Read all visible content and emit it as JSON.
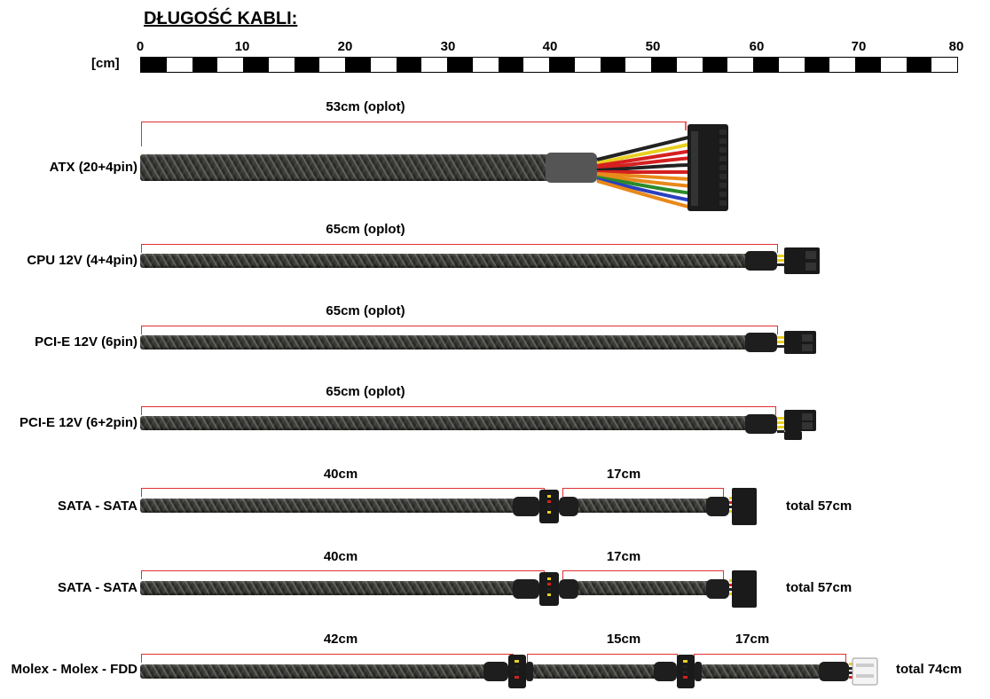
{
  "title": "DŁUGOŚĆ KABLI:",
  "ruler": {
    "unit": "[cm]",
    "ticks": [
      "0",
      "10",
      "20",
      "30",
      "40",
      "50",
      "60",
      "70",
      "80"
    ]
  },
  "cables": [
    {
      "name": "ATX (20+4pin)",
      "dims": [
        "53cm (oplot)"
      ]
    },
    {
      "name": "CPU 12V (4+4pin)",
      "dims": [
        "65cm (oplot)"
      ]
    },
    {
      "name": "PCI-E 12V (6pin)",
      "dims": [
        "65cm (oplot)"
      ]
    },
    {
      "name": "PCI-E 12V (6+2pin)",
      "dims": [
        "65cm (oplot)"
      ]
    },
    {
      "name": "SATA - SATA",
      "dims": [
        "40cm",
        "17cm"
      ],
      "total": "total 57cm"
    },
    {
      "name": "SATA - SATA",
      "dims": [
        "40cm",
        "17cm"
      ],
      "total": "total 57cm"
    },
    {
      "name": "Molex - Molex - FDD",
      "dims": [
        "42cm",
        "15cm",
        "17cm"
      ],
      "total": "total 74cm"
    }
  ],
  "colors": {
    "dimension_line": "#e03030"
  }
}
